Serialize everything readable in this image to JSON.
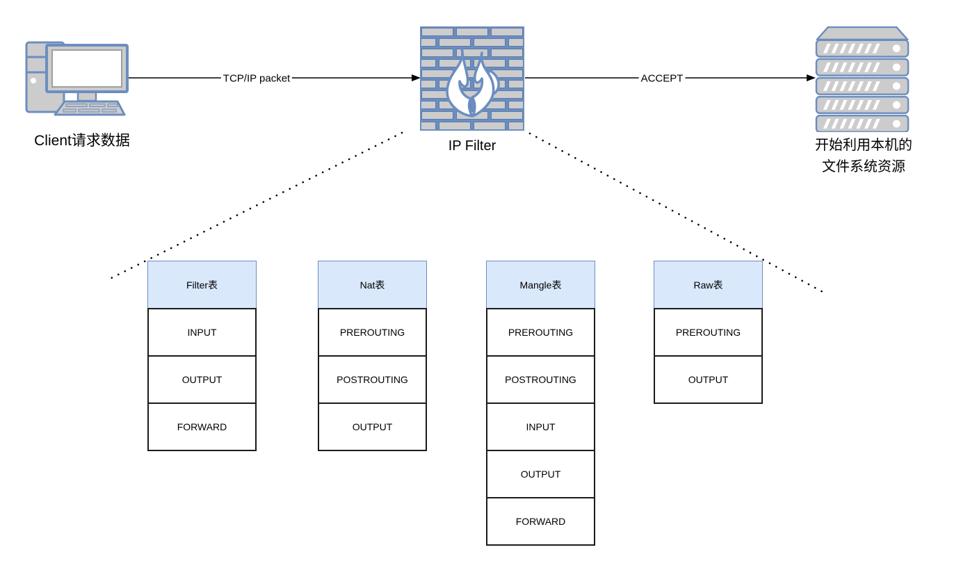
{
  "colors": {
    "blue": "#6c8ebf",
    "light-blue": "#dae8fc",
    "gray": "#cccccc",
    "ink": "#000000",
    "row-border": "#1a1a1a",
    "bg": "#ffffff",
    "screen": "#ffffff"
  },
  "nodes": {
    "client": {
      "label": "Client请求数据",
      "icon": "desktop-computer-icon"
    },
    "firewall": {
      "label": "IP Filter",
      "icon": "firewall-brick-flame-icon"
    },
    "server": {
      "label_line1": "开始利用本机的",
      "label_line2": "文件系统资源",
      "icon": "server-rack-icon"
    }
  },
  "edges": {
    "request": {
      "label": "TCP/IP packet"
    },
    "accept": {
      "label": "ACCEPT"
    }
  },
  "tables": [
    {
      "title": "Filter表",
      "chains": [
        "INPUT",
        "OUTPUT",
        "FORWARD"
      ]
    },
    {
      "title": "Nat表",
      "chains": [
        "PREROUTING",
        "POSTROUTING",
        "OUTPUT"
      ]
    },
    {
      "title": "Mangle表",
      "chains": [
        "PREROUTING",
        "POSTROUTING",
        "INPUT",
        "OUTPUT",
        "FORWARD"
      ]
    },
    {
      "title": "Raw表",
      "chains": [
        "PREROUTING",
        "OUTPUT"
      ]
    }
  ]
}
